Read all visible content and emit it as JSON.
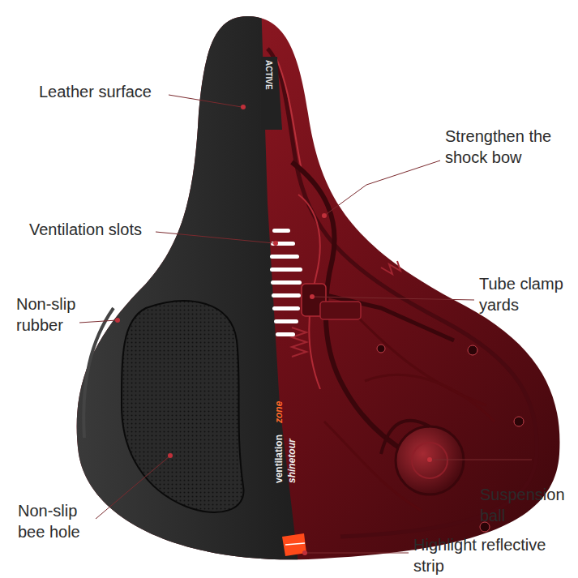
{
  "diagram": {
    "labels": [
      "Leather surface",
      "Strengthen the shock bow",
      "Ventilation slots",
      "Tube clamp yards",
      "Non-slip rubber",
      "Suspension ball",
      "Non-slip bee hole",
      "Highlight reflective strip",
      "ACTIVE",
      "ventilation",
      "zone",
      "shinetour"
    ]
  }
}
